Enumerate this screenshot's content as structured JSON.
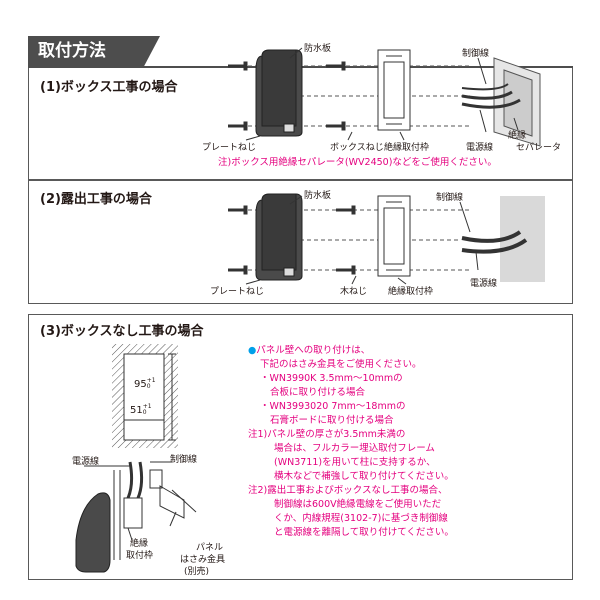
{
  "page": {
    "title": "取付方法"
  },
  "section1": {
    "heading": "(1)ボックス工事の場合",
    "labels": {
      "waterproof_plate": "防水板",
      "control_wire": "制御線",
      "plate_screw": "プレートねじ",
      "box_screw": "ボックスねじ",
      "insulated_frame": "絶縁取付枠",
      "power_wire": "電源線",
      "separator_line1": "絶縁",
      "separator_line2": "セパレータ"
    },
    "note": "注)ボックス用絶縁セパレータ(WV2450)などをご使用ください。"
  },
  "section2": {
    "heading": "(2)露出工事の場合",
    "labels": {
      "waterproof_plate": "防水板",
      "control_wire": "制御線",
      "plate_screw": "プレートねじ",
      "wood_screw": "木ねじ",
      "insulated_frame": "絶縁取付枠",
      "power_wire": "電源線"
    }
  },
  "section3": {
    "heading": "(3)ボックスなし工事の場合",
    "dims": {
      "height_value": "95",
      "height_tol_plus": "+1",
      "height_tol_minus": "0",
      "width_value": "51",
      "width_tol_plus": "+1",
      "width_tol_minus": "0"
    },
    "labels": {
      "power_wire": "電源線",
      "control_wire": "制御線",
      "frame_line1": "絶縁",
      "frame_line2": "取付枠",
      "clamp_line1": "パネル",
      "clamp_line2": "はさみ金具",
      "clamp_line3": "(別売)"
    },
    "notes": [
      "●パネル壁への取り付けは、",
      "下記のはさみ金具をご使用ください。",
      "・WN3990K 3.5mm～10mmの",
      "合板に取り付ける場合",
      "・WN3993020 7mm～18mmの",
      "石膏ボードに取り付ける場合",
      "注1)パネル壁の厚さが3.5mm未満の",
      "場合は、フルカラー埋込取付フレーム",
      "(WN3711)を用いて柱に支持するか、",
      "横木などで補強して取り付けてください。",
      "注2)露出工事およびボックスなし工事の場合、",
      "制御線は600V絶縁電線をご使用いただ",
      "くか、内線規程(3102-7)に基づき制御線",
      "と電源線を離隔して取り付けてください。"
    ]
  },
  "colors": {
    "note_pink": "#e4007f",
    "bullet_blue": "#00a0e9",
    "header_gray": "#4d4d4d"
  }
}
